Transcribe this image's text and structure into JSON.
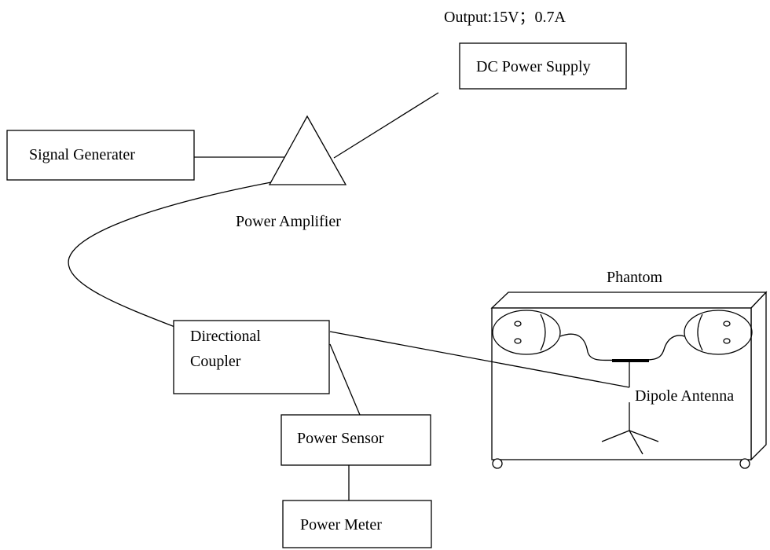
{
  "labels": {
    "dc_output": "Output:15V；0.7A",
    "dc_power_supply": "DC Power Supply",
    "signal_generator": "Signal Generater",
    "power_amplifier": "Power Amplifier",
    "phantom": "Phantom",
    "directional_coupler_line1": "Directional",
    "directional_coupler_line2": "Coupler",
    "dipole_antenna": "Dipole Antenna",
    "power_sensor": "Power Sensor",
    "power_meter": "Power Meter"
  }
}
